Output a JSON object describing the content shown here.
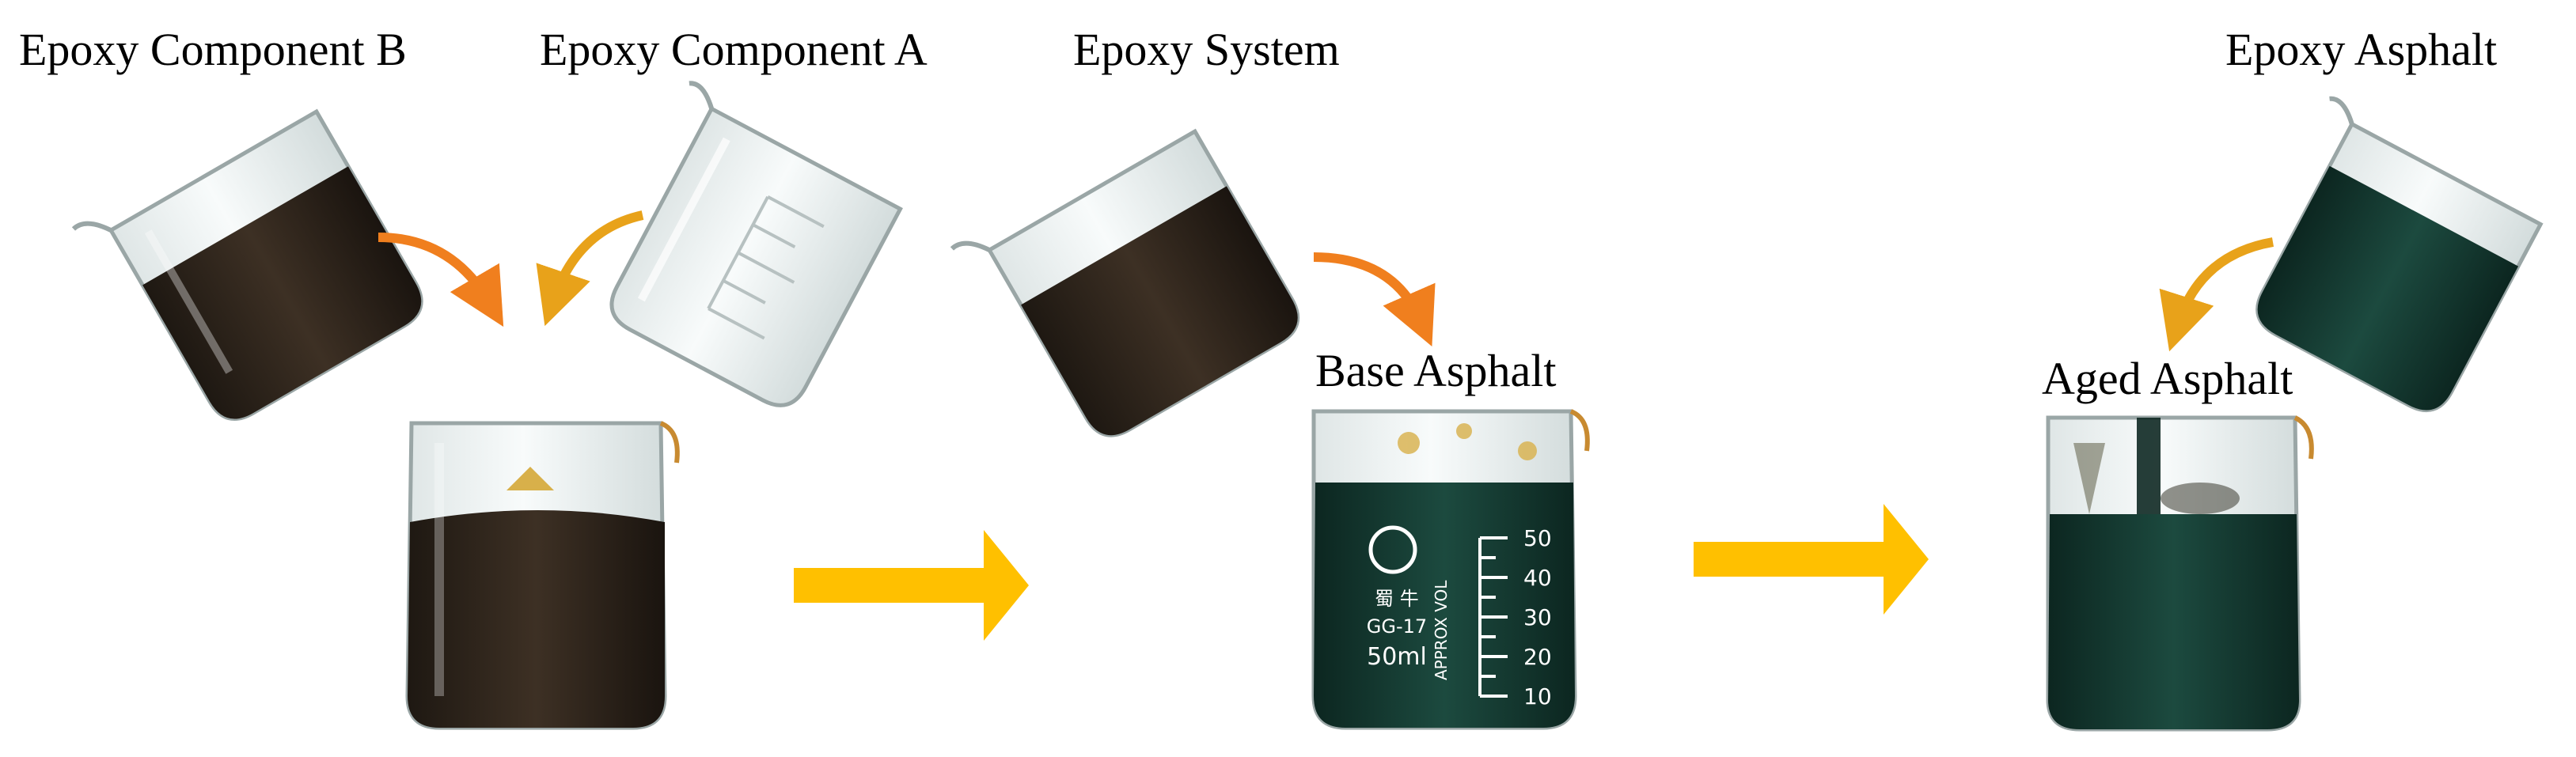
{
  "labels": {
    "component_b": "Epoxy Component B",
    "component_a": "Epoxy Component A",
    "epoxy_system": "Epoxy System",
    "epoxy_asphalt": "Epoxy Asphalt",
    "base_asphalt": "Base Asphalt",
    "aged_asphalt": "Aged Asphalt"
  },
  "beaker_markings": {
    "graduations": [
      "50",
      "40",
      "30",
      "20",
      "10"
    ],
    "brand": "蜀 牛",
    "model": "GG-17",
    "volume": "50ml",
    "approx": "APPROX VOL"
  },
  "colors": {
    "pour_arrow": "#f07f1e",
    "pour_arrow_alt": "#e8a21a",
    "process_arrow": "#ffc000",
    "dark_mix": "#3a2f24",
    "green_asphalt": "#163a32",
    "glass": "#e9efef"
  },
  "icons": {
    "pour": "curved-arrow-icon",
    "process": "right-arrow-icon"
  }
}
